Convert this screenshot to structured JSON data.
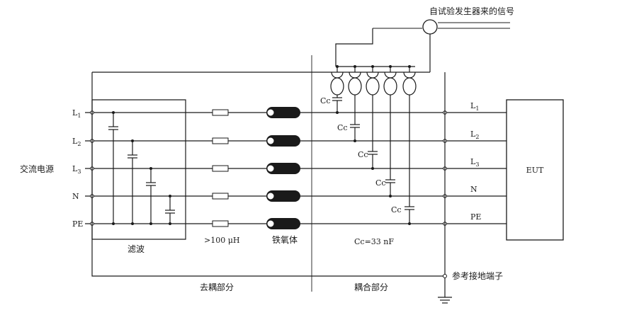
{
  "labels": {
    "signal_source": "自试验发生器来的信号",
    "ac_source": "交流电源",
    "line_names": [
      "L1",
      "L2",
      "L3",
      "N",
      "PE"
    ],
    "out_names": [
      "L1",
      "L2",
      "L3",
      "N",
      "PE"
    ],
    "eut": "EUT",
    "filter": "滤波",
    "inductance": ">100 μH",
    "ferrite": "铁氧体",
    "cap_value": "Cc=33 nF",
    "cc": "Cc",
    "decoupling": "去耦部分",
    "coupling": "耦合部分",
    "reference_ground": "参考接地端子"
  }
}
